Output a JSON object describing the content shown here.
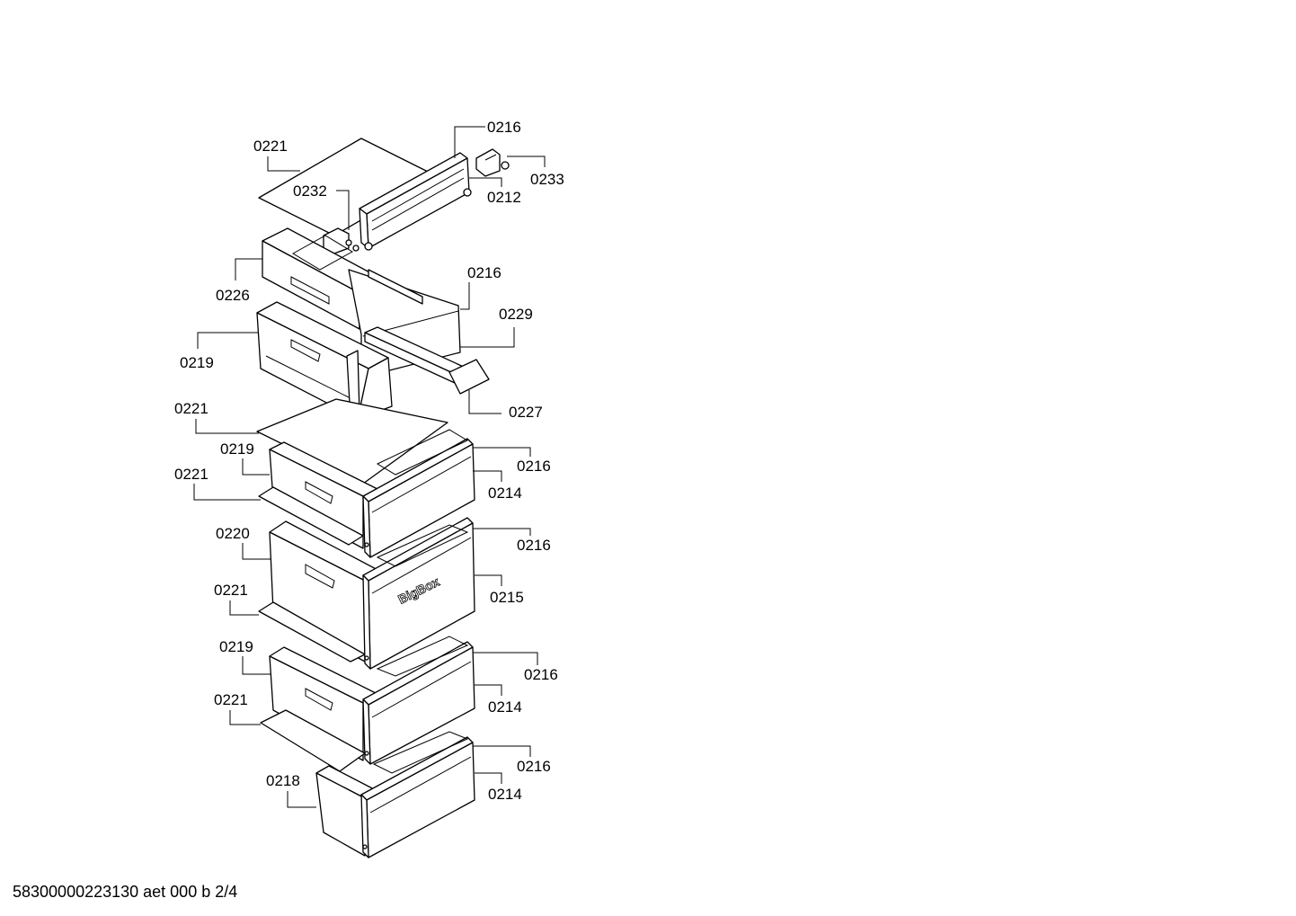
{
  "diagram": {
    "labels": {
      "l0216a": "0216",
      "l0221a": "0221",
      "l0233": "0233",
      "l0232": "0232",
      "l0212": "0212",
      "l0216b": "0216",
      "l0226": "0226",
      "l0229": "0229",
      "l0219a": "0219",
      "l0227": "0227",
      "l0221b": "0221",
      "l0219b": "0219",
      "l0216c": "0216",
      "l0221c": "0221",
      "l0214a": "0214",
      "l0220": "0220",
      "l0216d": "0216",
      "l0221d": "0221",
      "l0215": "0215",
      "l0219c": "0219",
      "l0216e": "0216",
      "l0221e": "0221",
      "l0214b": "0214",
      "l0216f": "0216",
      "l0218": "0218",
      "l0214c": "0214"
    },
    "bigbox_text": "BigBox"
  },
  "footer": {
    "doc_id": "58300000223130 aet 000 b 2/4"
  }
}
